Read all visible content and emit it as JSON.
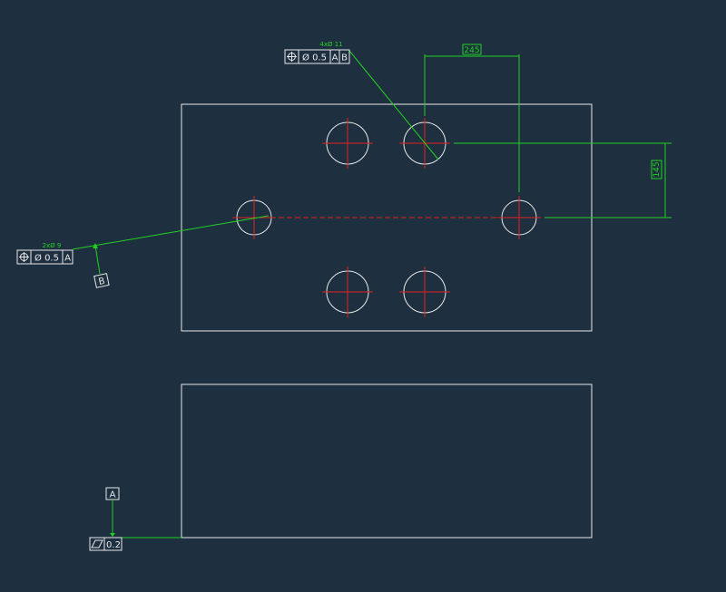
{
  "colors": {
    "background": "#1e3040",
    "outline": "#e8e8e8",
    "centerline": "#e02020",
    "dimension": "#22d022"
  },
  "top_fcf": {
    "note": "4xØ 11",
    "symbol": "position-icon",
    "tolerance": "Ø 0.5",
    "datum_1": "A",
    "datum_2": "B"
  },
  "left_fcf": {
    "note": "2xØ 9",
    "symbol": "position-icon",
    "tolerance": "Ø 0.5",
    "datum_1": "A"
  },
  "datum_b": "B",
  "datum_a": "A",
  "flatness_fcf": {
    "symbol": "flatness-icon",
    "tolerance": "0.2"
  },
  "dimensions": {
    "horizontal": "245",
    "vertical": "145"
  }
}
